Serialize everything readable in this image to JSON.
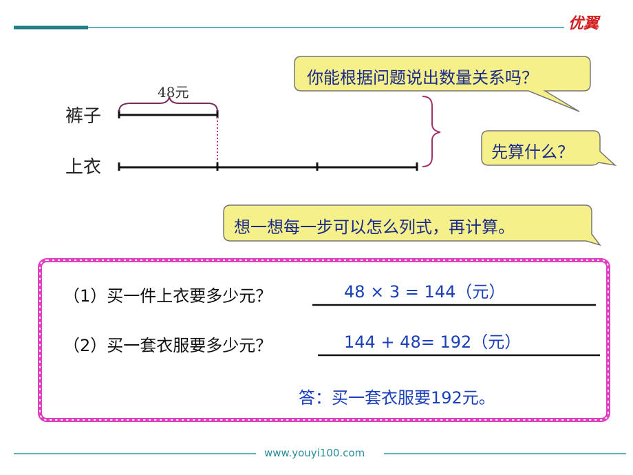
{
  "logo": {
    "text": "优翼"
  },
  "footer": {
    "url": "www.youyi100.com"
  },
  "diagram": {
    "pants_label": "裤子",
    "top_label": "上衣",
    "price_label": "48元"
  },
  "callouts": {
    "q1": "你能根据问题说出数量关系吗？",
    "q2": "先算什么？",
    "q3": "想一想每一步可以怎么列式，再计算。"
  },
  "problems": {
    "p1_question": "（1）买一件上衣要多少元？",
    "p1_answer": "48 × 3 = 144（元）",
    "p2_question": "（2）买一套衣服要多少元？",
    "p2_answer": "144 + 48= 192（元）",
    "final_answer": "答：买一套衣服要192元。"
  },
  "colors": {
    "teal": "#2a9a9a",
    "callout_fill": "#f5f08a",
    "box_border": "#e040c0",
    "answer_blue": "#1a3fb8",
    "dotted_line": "#c0306a",
    "bracket": "#a0306a"
  }
}
